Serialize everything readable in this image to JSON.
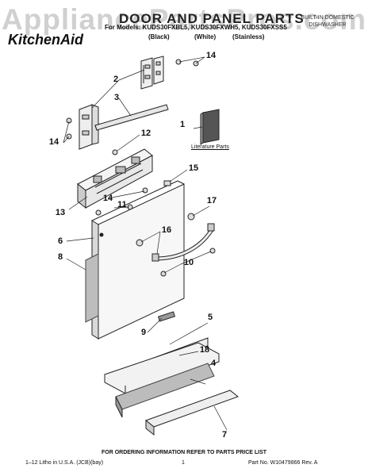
{
  "watermark": "AppliancePartsPros.com",
  "title": "DOOR AND PANEL PARTS",
  "appliance": "BUILT-IN DOMESTIC DISHWASHER",
  "brand": "KitchenAid",
  "models_line": "For Models: KUDS30FXBL5, KUDS30FXWH5, KUDS30FXSS5",
  "variants": [
    "(Black)",
    "(White)",
    "(Stainless)"
  ],
  "literature_label": "Literature Parts",
  "ordering_note": "FOR ORDERING INFORMATION REFER TO PARTS PRICE LIST",
  "footer": {
    "left": "1–12 Litho in U.S.A. (JCB)(bay)",
    "center": "1",
    "right": "Part No. W10479866 Rev. A"
  },
  "callouts": [
    "1",
    "2",
    "3",
    "4",
    "5",
    "6",
    "7",
    "8",
    "9",
    "10",
    "11",
    "12",
    "13",
    "14",
    "14",
    "14",
    "14",
    "15",
    "16",
    "17",
    "18"
  ]
}
